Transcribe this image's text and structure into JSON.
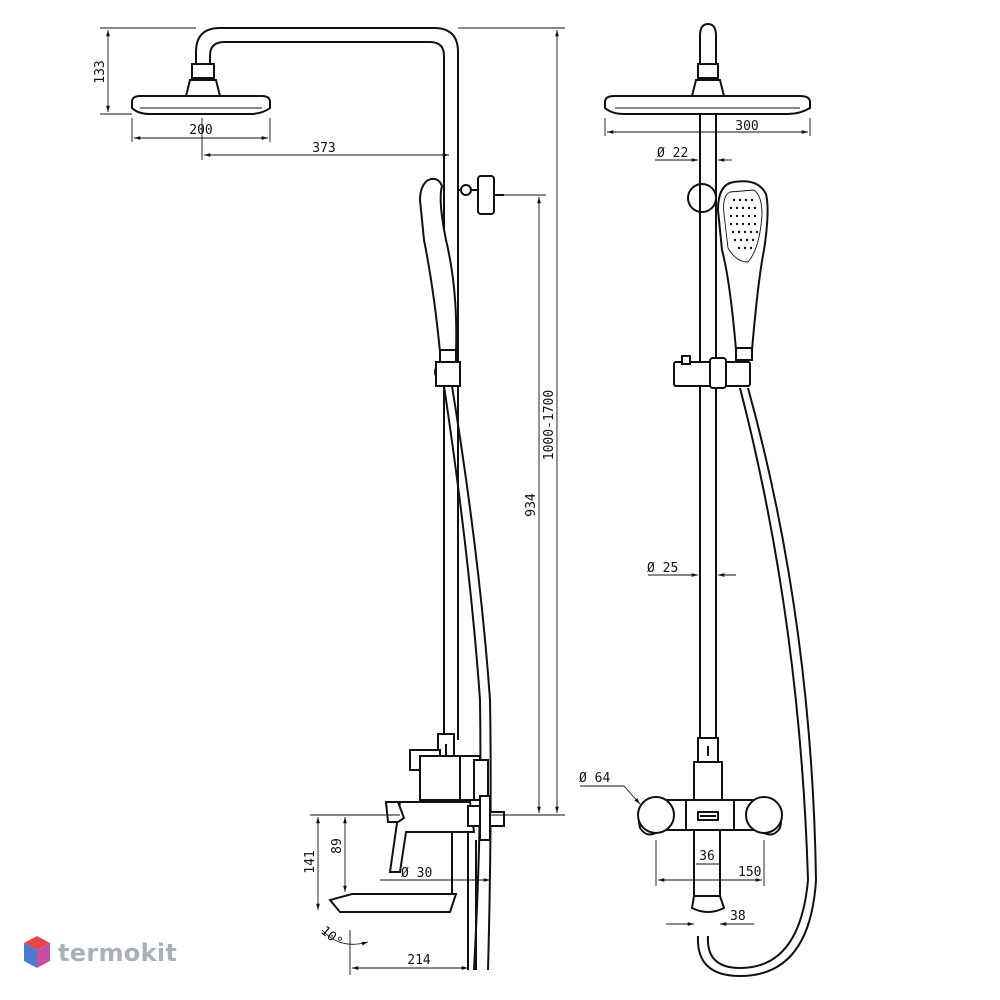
{
  "dimensions": {
    "head_height": "133",
    "head_width_side": "200",
    "arm_reach": "373",
    "head_width_front": "300",
    "arm_diameter": "Ø 22",
    "rail_diameter": "Ø 25",
    "adjustable_height": "1000-1700",
    "rail_height": "934",
    "escutcheon_diameter": "Ø 64",
    "mixer_height": "141",
    "lever_height": "89",
    "connection_diameter": "Ø 30",
    "spout_angle": "10°",
    "spout_reach": "214",
    "mixer_center": "36",
    "mixer_spacing": "150",
    "hose_connection": "38"
  },
  "brand": {
    "name": "termokit",
    "logo_colors": [
      "#e8454b",
      "#4a7bd0",
      "#c64fa0"
    ]
  }
}
